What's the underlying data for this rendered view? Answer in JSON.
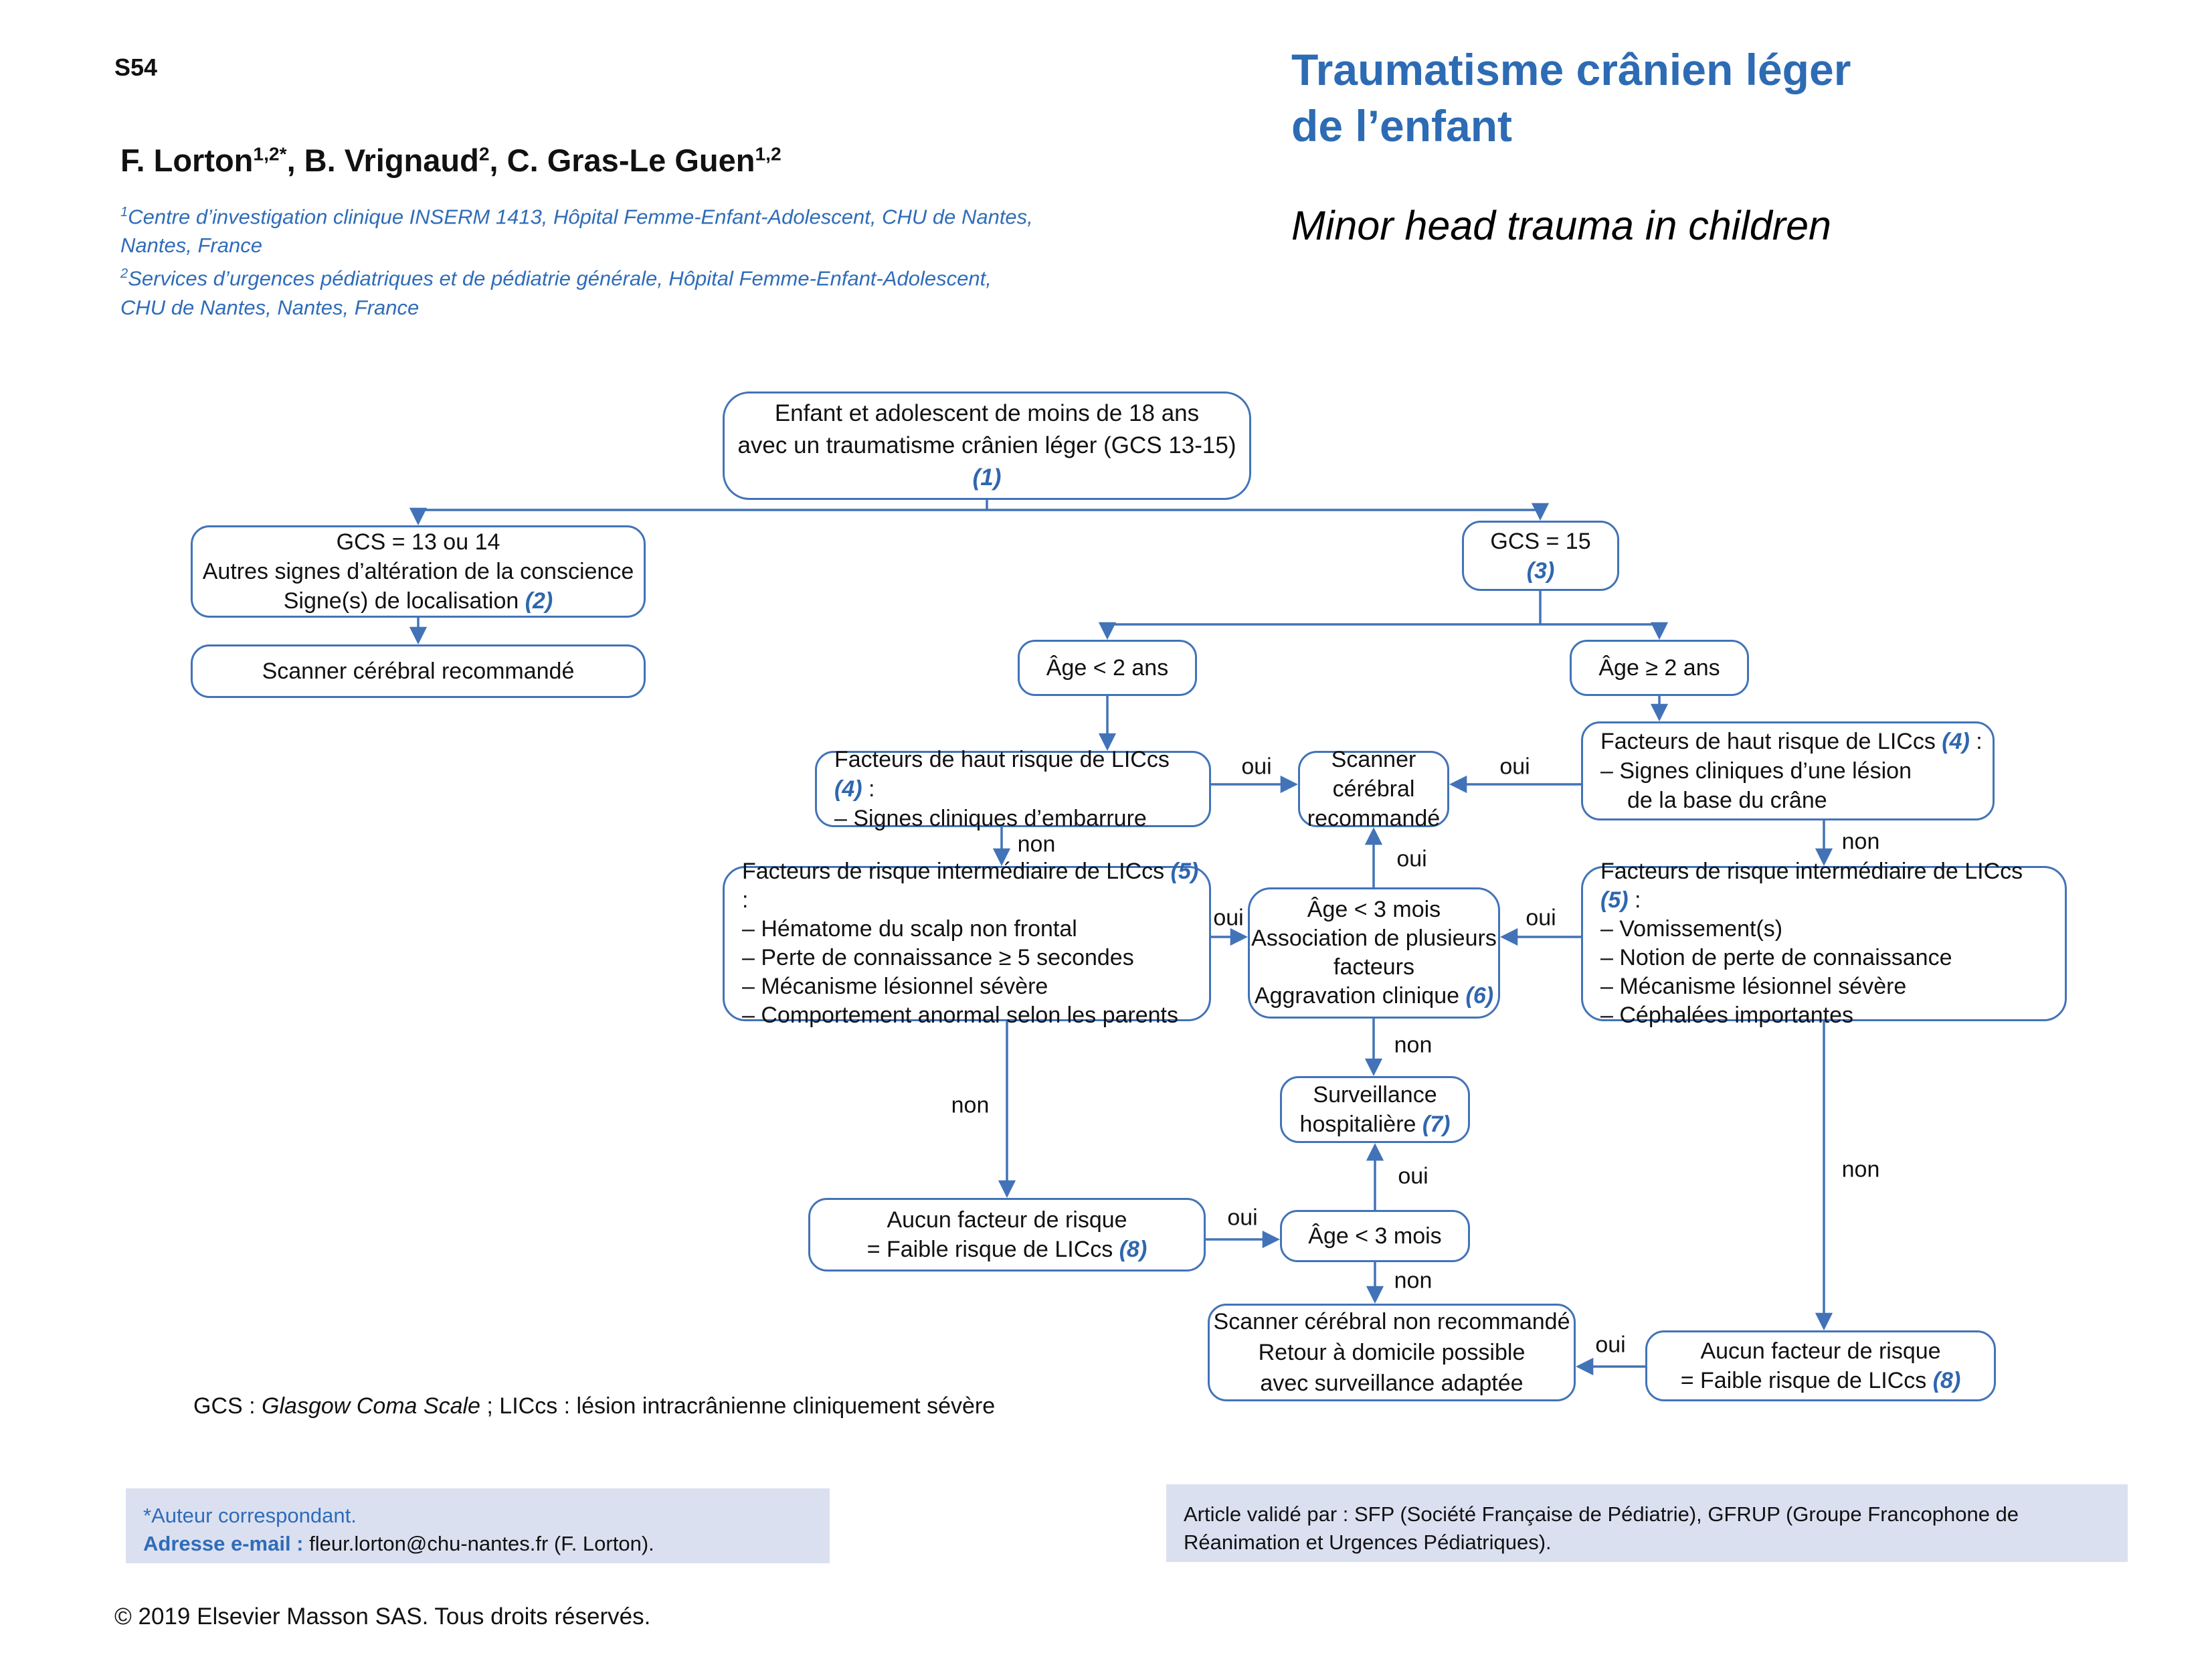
{
  "page": {
    "page_number": "S54",
    "copyright": "© 2019 Elsevier Masson SAS. Tous droits réservés."
  },
  "header": {
    "author1": "F. Lorton",
    "author1_sup": "1,2*",
    "author2": ", B. Vrignaud",
    "author2_sup": "2",
    "author3": ", C. Gras-Le Guen",
    "author3_sup": "1,2",
    "aff1_sup": "1",
    "aff1_line1": "Centre d’investigation clinique INSERM 1413, Hôpital Femme-Enfant-Adolescent, CHU de Nantes,",
    "aff1_line2": "Nantes, France",
    "aff2_sup": "2",
    "aff2_line1": "Services d’urgences pédiatriques et de pédiatrie générale, Hôpital Femme-Enfant-Adolescent,",
    "aff2_line2": "CHU de Nantes, Nantes, France",
    "title_fr_line1": "Traumatisme crânien léger",
    "title_fr_line2": "de l’enfant",
    "title_en": "Minor head trauma in children"
  },
  "flowchart": {
    "labels": {
      "oui": "oui",
      "non": "non"
    },
    "boxes": {
      "root": {
        "line1": "Enfant et adolescent de moins de 18 ans",
        "line2": "avec un traumatisme crânien léger (GCS 13-15) ",
        "ref": "(1)"
      },
      "gcs1314": {
        "line1": "GCS = 13 ou 14",
        "line2": "Autres signes d’altération de la conscience",
        "line3": "Signe(s) de localisation ",
        "ref": "(2)"
      },
      "ct_left": {
        "line1": "Scanner cérébral recommandé"
      },
      "gcs15": {
        "line1": "GCS = 15",
        "ref": "(3)"
      },
      "age_lt2": {
        "line1": "Âge < 2 ans"
      },
      "age_ge2": {
        "line1": "Âge ≥  2 ans"
      },
      "high_left": {
        "line1": "Facteurs de haut risque de LICcs ",
        "ref": "(4)",
        "colon": " :",
        "item1": "– Signes cliniques d’embarrure"
      },
      "ct_center": {
        "line1": "Scanner cérébral",
        "line2": "recommandé"
      },
      "high_right": {
        "line1": "Facteurs de haut risque de LICcs ",
        "ref": "(4)",
        "colon": " :",
        "item1": "– Signes cliniques d’une lésion",
        "item2": "de la base du crâne"
      },
      "mid_left": {
        "line1": "Facteurs de risque intermédiaire de LICcs ",
        "ref": "(5)",
        "colon": " :",
        "item1": "– Hématome du scalp non frontal",
        "item2": "– Perte de connaissance ≥ 5 secondes",
        "item3": "– Mécanisme lésionnel sévère",
        "item4": "– Comportement anormal selon les parents"
      },
      "combo": {
        "line1": "Âge < 3 mois",
        "line2": "Association de plusieurs",
        "line3": "facteurs",
        "line4": "Aggravation clinique ",
        "ref": "(6)"
      },
      "mid_right": {
        "line1": "Facteurs de risque intermédiaire de LICcs ",
        "ref": "(5)",
        "colon": " :",
        "item1": "– Vomissement(s)",
        "item2": "– Notion de perte de connaissance",
        "item3": "– Mécanisme lésionnel sévère",
        "item4": "– Céphalées importantes"
      },
      "surveillance": {
        "line1": "Surveillance",
        "line2": "hospitalière ",
        "ref": "(7)"
      },
      "age3": {
        "line1": "Âge < 3 mois"
      },
      "norisk_left": {
        "line1": "Aucun facteur de risque",
        "line2": "= Faible risque de LICcs ",
        "ref": "(8)"
      },
      "ct_no": {
        "line1": "Scanner cérébral non recommandé",
        "line2": "Retour à domicile possible",
        "line3": "avec surveillance adaptée"
      },
      "norisk_right": {
        "line1": "Aucun facteur de risque",
        "line2": "= Faible risque de LICcs ",
        "ref": "(8)"
      }
    }
  },
  "legend": {
    "prefix": "GCS : ",
    "italic": "Glasgow Coma Scale",
    "suffix": " ; LICcs : lésion intracrânienne cliniquement sévère"
  },
  "footer": {
    "left_line1": "*Auteur correspondant.",
    "left_label": "Adresse e-mail :",
    "left_value": " fleur.lorton@chu-nantes.fr (F. Lorton).",
    "right_text": "Article validé par : SFP (Société Française de Pédiatrie), GFRUP (Groupe Francophone de Réanimation et Urgences Pédiatriques)."
  },
  "colors": {
    "accent_blue": "#4273b8",
    "title_blue": "#2d6bb4",
    "ref_blue": "#2f66ae",
    "footer_bg": "#dbe0f1"
  }
}
